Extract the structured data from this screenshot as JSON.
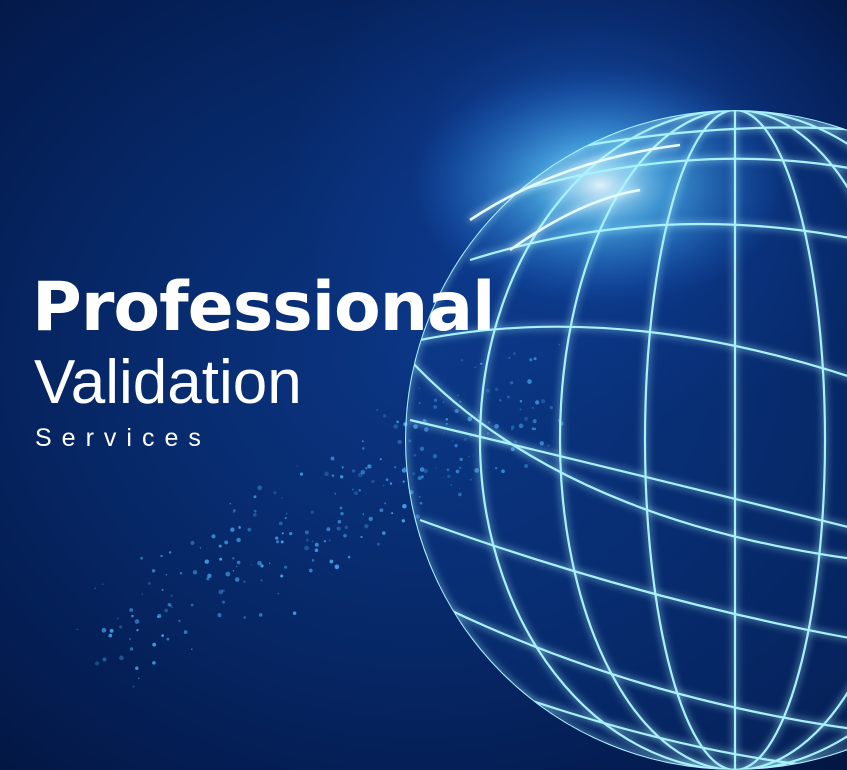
{
  "headline": {
    "line1": "Professional",
    "line2": "Validation",
    "line3": "Services"
  },
  "colors": {
    "background_dark": "#02133a",
    "background_mid": "#0b3684",
    "globe_line": "#9ff0ff",
    "globe_glow": "#3fc8ff",
    "text": "#ffffff"
  },
  "icons": {
    "globe": "wireframe-globe-icon",
    "particles": "particle-dots"
  }
}
